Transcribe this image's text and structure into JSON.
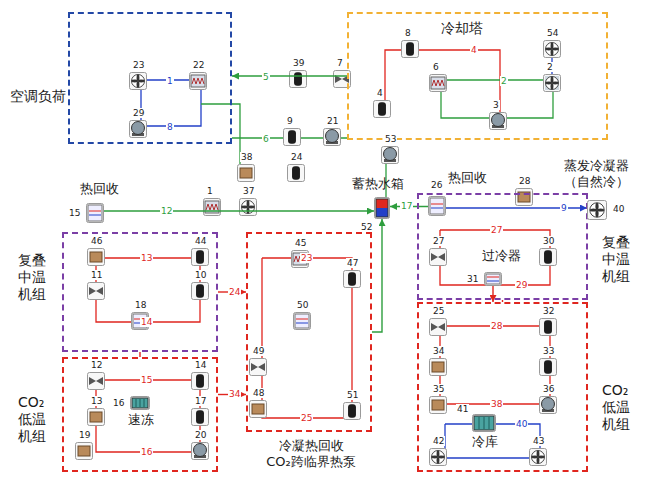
{
  "diagram": {
    "nodes": [
      {
        "text": [
          "空调负荷"
        ]
      },
      {
        "text": [
          "冷却塔"
        ]
      },
      {
        "text": [
          "复叠 中温 机组"
        ]
      },
      {
        "text": [
          "CO₂ 低温 机组"
        ]
      },
      {
        "text": [
          "冷凝热回收 CO₂跨临界热泵"
        ]
      },
      {
        "text": [
          "复叠 中温 机组"
        ]
      },
      {
        "text": [
          "CO₂ 低温 机组"
        ]
      },
      {
        "text": [
          "热回收"
        ]
      },
      {
        "text": [
          "蓄热水箱"
        ]
      },
      {
        "text": [
          "热回收"
        ],
        "in": 5
      },
      {
        "text": [
          "蒸发冷凝器 （自然冷）"
        ]
      },
      {
        "text": [
          "过冷器"
        ],
        "in": 5
      },
      {
        "text": [
          "冷库"
        ],
        "in": 6
      },
      {
        "text": [
          "速冻"
        ],
        "in": 3
      }
    ],
    "edges": [
      {
        "from": 1,
        "to": 0,
        "arrow": "to"
      },
      {
        "from": 7,
        "to": 8,
        "arrow": "to"
      },
      {
        "from": 4,
        "to": 8,
        "arrow": "to"
      },
      {
        "from": 9,
        "to": 8,
        "arrow": "to"
      },
      {
        "from": 9,
        "to": 10,
        "arrow": "to"
      },
      {
        "from": 2,
        "to": 3,
        "arrow": "none"
      },
      {
        "from": 5,
        "to": 6,
        "arrow": "none"
      },
      {
        "from": 3,
        "to": 4,
        "arrow": "to"
      },
      {
        "from": 11,
        "to": 6,
        "arrow": "to"
      },
      {
        "from": 2,
        "to": 4,
        "arrow": "to"
      }
    ],
    "labels": [
      "23",
      "22",
      "29",
      "39",
      "7",
      "9",
      "21",
      "38",
      "24",
      "53",
      "8",
      "54",
      "6",
      "2",
      "4",
      "3",
      "1",
      "37",
      "15",
      "52",
      "26",
      "28",
      "40",
      "27",
      "30",
      "31",
      "46",
      "44",
      "11",
      "10",
      "18",
      "12",
      "14",
      "13",
      "17",
      "16",
      "19",
      "20",
      "45",
      "47",
      "50",
      "49",
      "48",
      "51",
      "25",
      "32",
      "34",
      "33",
      "35",
      "36",
      "41",
      "42",
      "43",
      "1",
      "8",
      "5",
      "6",
      "4",
      "2",
      "9",
      "12",
      "17",
      "34",
      "24",
      "13",
      "14",
      "15",
      "16",
      "23",
      "25",
      "27",
      "29",
      "28",
      "38",
      "40"
    ]
  }
}
